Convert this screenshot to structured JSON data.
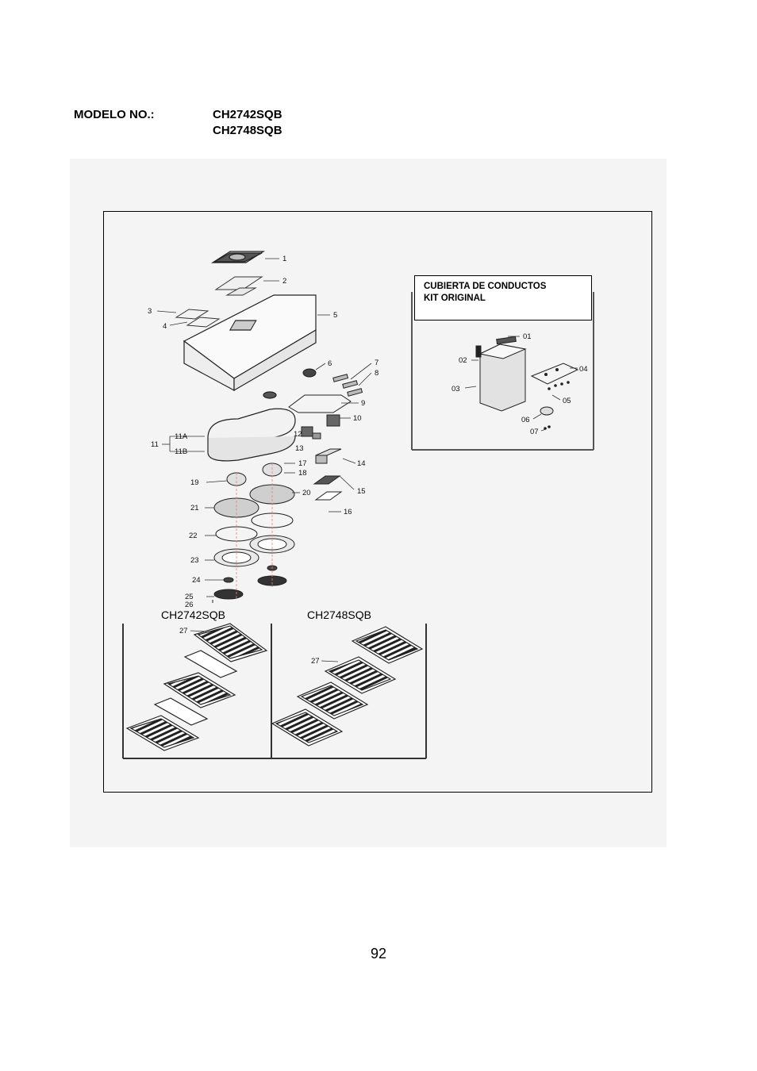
{
  "header": {
    "label": "MODELO NO.:",
    "models": [
      "CH2742SQB",
      "CH2748SQB"
    ]
  },
  "kit": {
    "title_line1": "CUBIERTA DE CONDUCTOS",
    "title_line2": "KIT ORIGINAL",
    "callouts": [
      "01",
      "02",
      "03",
      "04",
      "05",
      "06",
      "07"
    ]
  },
  "diagram": {
    "callouts": [
      "1",
      "2",
      "3",
      "4",
      "5",
      "6",
      "7",
      "8",
      "9",
      "10",
      "11",
      "11A",
      "11B",
      "12",
      "13",
      "14",
      "15",
      "16",
      "17",
      "18",
      "19",
      "20",
      "21",
      "22",
      "23",
      "24",
      "25",
      "26",
      "27"
    ]
  },
  "filters": {
    "left_model": "CH2742SQB",
    "right_model": "CH2748SQB",
    "left_callout": "27",
    "right_callout": "27"
  },
  "page_number": "92"
}
